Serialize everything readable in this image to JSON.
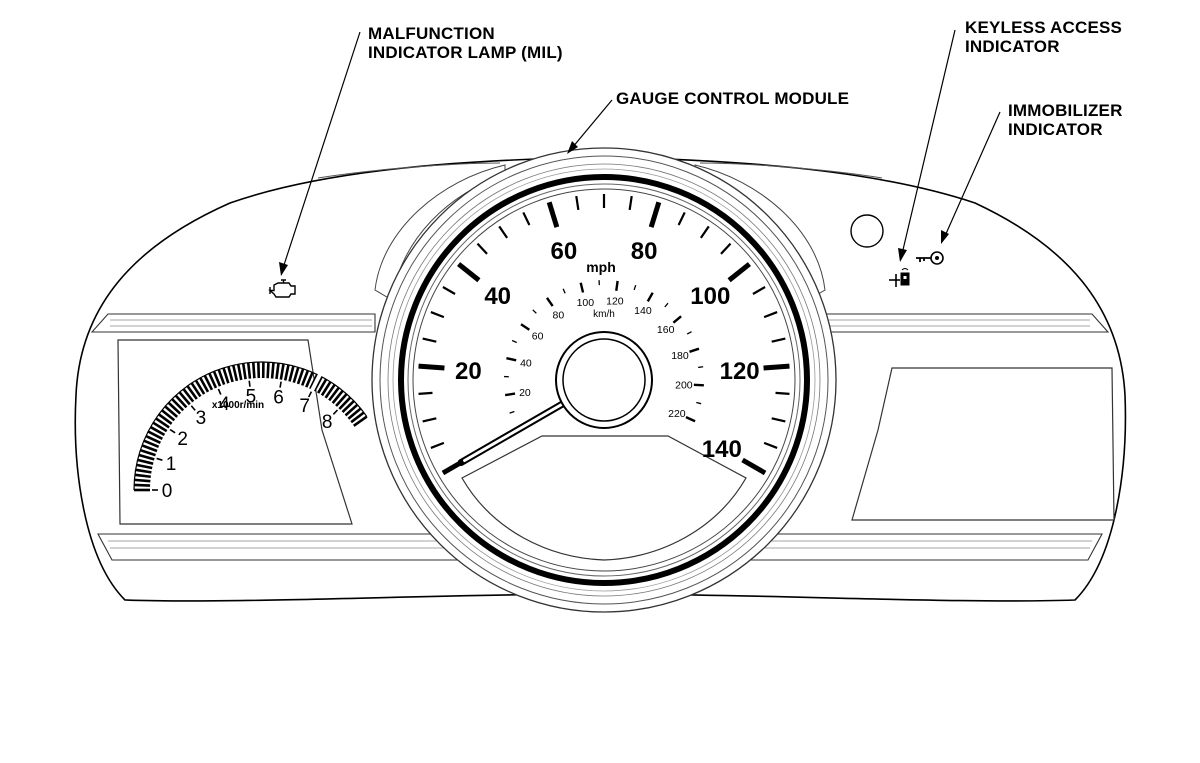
{
  "callouts": {
    "mil": "MALFUNCTION\nINDICATOR LAMP (MIL)",
    "gauge_module": "GAUGE CONTROL MODULE",
    "keyless": "KEYLESS ACCESS\nINDICATOR",
    "immobilizer": "IMMOBILIZER\nINDICATOR"
  },
  "speedometer": {
    "unit_mph": "mph",
    "unit_kmh": "km/h",
    "mph_labels": [
      "20",
      "40",
      "60",
      "80",
      "100",
      "120",
      "140"
    ],
    "kmh_labels": [
      "20",
      "40",
      "60",
      "80",
      "100",
      "120",
      "140",
      "160",
      "180",
      "200",
      "220"
    ],
    "needle_value_mph": 0
  },
  "tachometer": {
    "unit": "x1000r/min",
    "labels": [
      "0",
      "1",
      "2",
      "3",
      "4",
      "5",
      "6",
      "7",
      "8"
    ]
  },
  "colors": {
    "line": "#000000",
    "fill": "#ffffff"
  }
}
